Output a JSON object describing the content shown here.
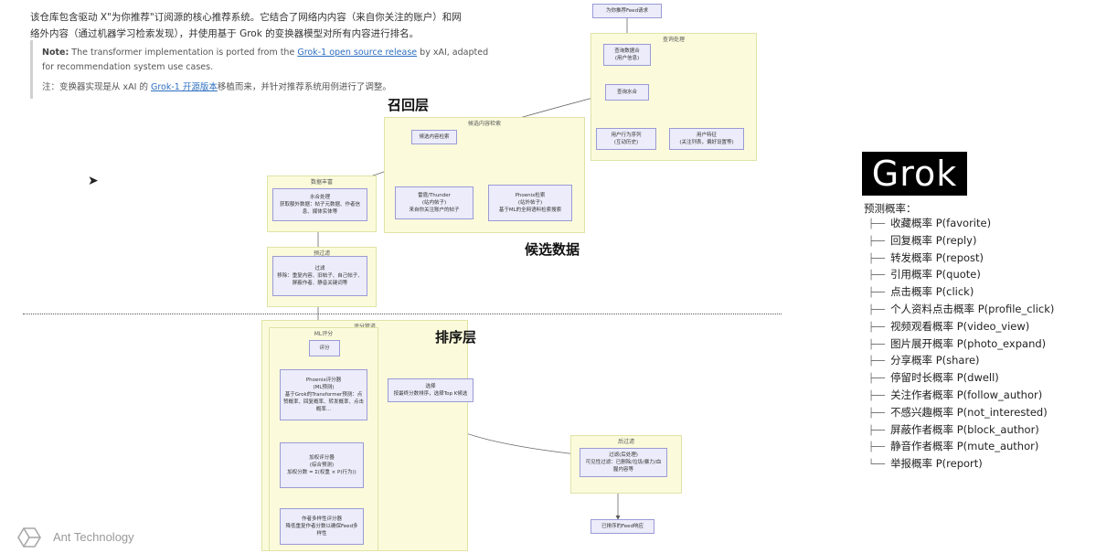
{
  "doc": {
    "intro": "该仓库包含驱动 X\"为你推荐\"订阅源的核心推荐系统。它结合了网络内内容（来自你关注的账户）和网络外内容（通过机器学习检索发现），并使用基于 Grok 的变换器模型对所有内容进行排名。",
    "note_en_label": "Note:",
    "note_en_pre": " The transformer implementation is ported from the ",
    "note_en_link": "Grok-1 open source release",
    "note_en_post": " by xAI, adapted for recommendation system use cases.",
    "note_zh_pre": "注：变换器实现是从 xAI 的 ",
    "note_zh_link": "Grok-1 开源版本",
    "note_zh_post": "移植而来，并针对推荐系统用例进行了调整。"
  },
  "layers": {
    "recall": "召回层",
    "candidate": "候选数据",
    "ranking": "排序层"
  },
  "diagram": {
    "top_node": "为你推荐Feed请求",
    "query_group": "查询处理",
    "query_hydration": "查询数据合\n(用户信息)",
    "query_features": "查询水合",
    "user_action_seq": "用户行为序列\n(互动历史)",
    "user_features": "用户特征\n(关注列表，偏好设置等)",
    "candidate_group": "候选内容检索",
    "candidate_retrieval": "候选内容检索",
    "thunder": "雷霆/Thunder\n(站内帖子)\n来自你关注账户的帖子",
    "phoenix_retrieval": "Phoenix检索\n(站外帖子)\n基于ML的全网语料检索搜索",
    "hydration_group": "数据丰富",
    "hydration": "水合处理\n获取额外数据：帖子元数据、作者信息、媒体实体等",
    "filter_group": "预过滤",
    "filter": "过滤\n移除：重复内容、旧帖子、自己帖子、屏蔽作者、静音关键词等",
    "scoring_group": "评分管道",
    "ml_group": "ML评分",
    "score": "评分",
    "phoenix_scorer": "Phoenix评分器\n(ML预测)\n基于Grok的Transformer预测：点赞概率、回复概率、转发概率、点击概率...",
    "weighted_scorer": "加权评分器\n(综合预测)\n加权分数 = Σ(权重 × P(行为))",
    "diversity_scorer": "作者多样性评分器\n降低重复作者分数以确保Feed多样性",
    "selection": "选择\n按最终分数排序，选择Top K候选",
    "post_filter_group": "后过滤",
    "post_filter": "过滤(后处理)\n可见性过滤：已删除/垃圾/暴力/血腥内容等",
    "final_feed": "已排序的Feed响应"
  },
  "grok": {
    "logo": "Grok",
    "title": "预测概率：",
    "items": [
      "收藏概率 P(favorite)",
      "回复概率 P(reply)",
      "转发概率 P(repost)",
      "引用概率 P(quote)",
      "点击概率 P(click)",
      "个人资料点击概率 P(profile_click)",
      "视频观看概率 P(video_view)",
      "图片展开概率 P(photo_expand)",
      "分享概率 P(share)",
      "停留时长概率 P(dwell)",
      "关注作者概率 P(follow_author)",
      "不感兴趣概率 P(not_interested)",
      "屏蔽作者概率 P(block_author)",
      "静音作者概率 P(mute_author)",
      "举报概率 P(report)"
    ]
  },
  "footer": {
    "brand": "Ant Technology"
  }
}
